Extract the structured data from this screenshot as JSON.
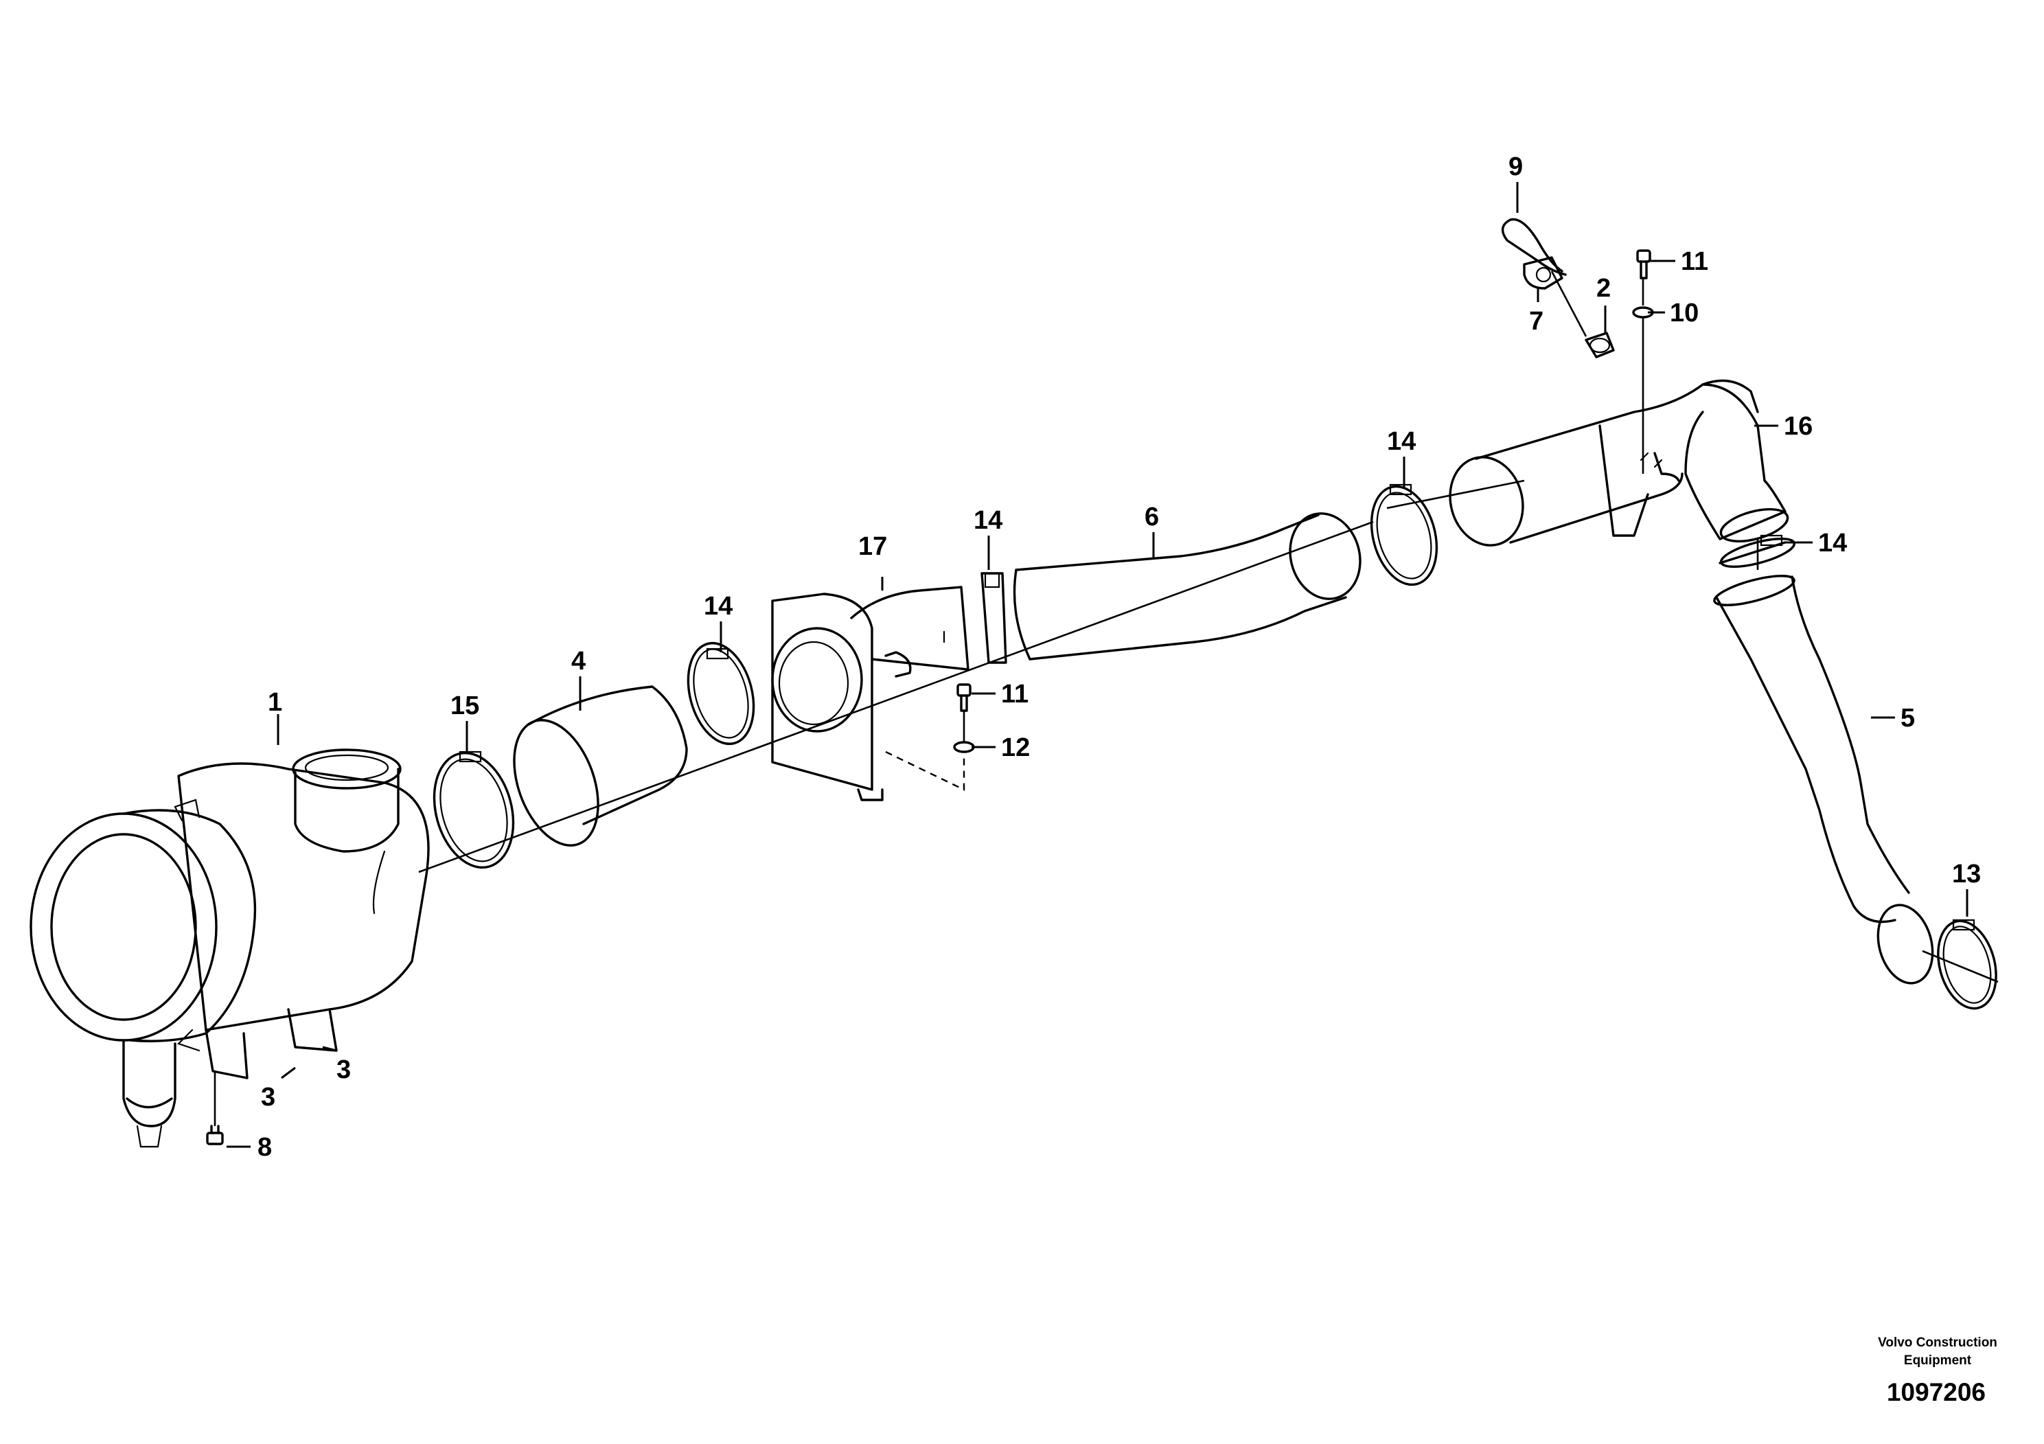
{
  "diagram": {
    "callouts": {
      "c1": "1",
      "c2": "2",
      "c3a": "3",
      "c3b": "3",
      "c4": "4",
      "c5": "5",
      "c6": "6",
      "c7": "7",
      "c8": "8",
      "c9": "9",
      "c10": "10",
      "c11a": "11",
      "c11b": "11",
      "c12": "12",
      "c13": "13",
      "c14a": "14",
      "c14b": "14",
      "c14c": "14",
      "c14d": "14",
      "c15": "15",
      "c16": "16",
      "c17": "17"
    },
    "footer": {
      "brand_line1": "Volvo Construction",
      "brand_line2": "Equipment",
      "drawing_number": "1097206"
    }
  }
}
